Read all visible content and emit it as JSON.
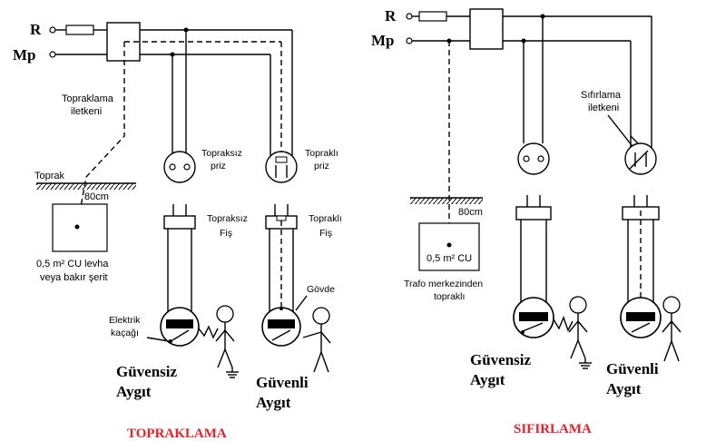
{
  "left": {
    "r_label": "R",
    "mp_label": "Mp",
    "ground_wire_label_1": "Topraklama",
    "ground_wire_label_2": "iletkeni",
    "ground_label": "Toprak",
    "depth_label": "80cm",
    "plate_label_1": "0,5 m² CU  levha",
    "plate_label_2": "veya bakır şerit",
    "unearthed_socket_1": "Topraksız",
    "unearthed_socket_2": "priz",
    "earthed_socket_1": "Topraklı",
    "earthed_socket_2": "priz",
    "unearthed_plug_1": "Topraksız",
    "unearthed_plug_2": "Fiş",
    "earthed_plug_1": "Topraklı",
    "earthed_plug_2": "Fiş",
    "body_label": "Gövde",
    "leak_label_1": "Elektrik",
    "leak_label_2": "kaçağı",
    "unsafe_1": "Güvensiz",
    "unsafe_2": "Aygıt",
    "safe_1": "Güvenli",
    "safe_2": "Aygıt",
    "title": "TOPRAKLAMA"
  },
  "right": {
    "r_label": "R",
    "mp_label": "Mp",
    "neutral_label_1": "Sıfırlama",
    "neutral_label_2": "iletkeni",
    "depth_label": "80cm",
    "plate_label": "0,5 m² CU",
    "trafo_label_1": "Trafo merkezinden",
    "trafo_label_2": "topraklı",
    "unsafe_1": "Güvensiz",
    "unsafe_2": "Aygıt",
    "safe_1": "Güvenli",
    "safe_2": "Aygıt",
    "title": "SIFIRLAMA"
  }
}
